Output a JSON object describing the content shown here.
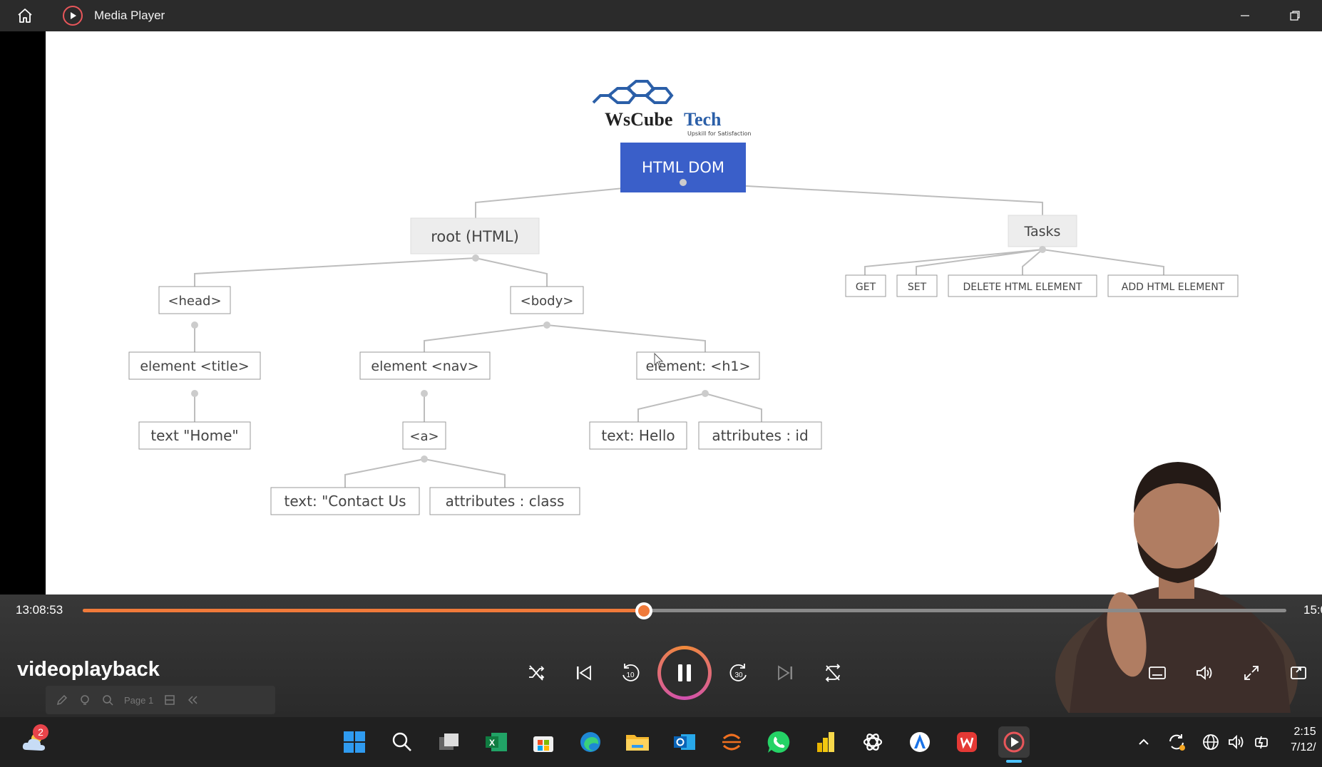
{
  "window": {
    "title": "Media Player"
  },
  "video": {
    "logo": {
      "brand_main": "WsCube",
      "brand_accent": "Tech",
      "tagline": "Upskill for Satisfaction"
    },
    "tree": {
      "root": "HTML DOM",
      "root_html": "root (HTML)",
      "tasks": "Tasks",
      "head": "<head>",
      "body": "<body>",
      "title_el": "element <title>",
      "title_text": "text \"Home\"",
      "nav_el": "element <nav>",
      "a_el": "<a>",
      "a_text": "text: \"Contact Us",
      "a_attr": "attributes : class",
      "h1_el": "element: <h1>",
      "h1_text": "text: Hello",
      "h1_attr": "attributes : id",
      "task_get": "GET",
      "task_set": "SET",
      "task_delete": "DELETE HTML ELEMENT",
      "task_add": "ADD HTML ELEMENT"
    }
  },
  "playback": {
    "current_time": "13:08:53",
    "end_time": "15:0",
    "progress_fraction": 0.466,
    "file_name": "videoplayback",
    "skip_back_seconds": "10",
    "skip_forward_seconds": "30"
  },
  "ink_toolbar": {
    "page_label": "Page 1"
  },
  "taskbar": {
    "weather_badge": "2",
    "apps": [
      "start",
      "search",
      "task-view",
      "excel",
      "microsoft-store",
      "edge",
      "file-explorer",
      "outlook",
      "app-orange",
      "whatsapp",
      "power-bi",
      "chatgpt",
      "app-blue",
      "wps-office",
      "media-player"
    ],
    "clock_time": "2:15",
    "clock_date": "7/12/"
  },
  "colors": {
    "accent": "#f07a3a",
    "dom_box": "#3a5fc9",
    "taskbar": "#202020"
  }
}
